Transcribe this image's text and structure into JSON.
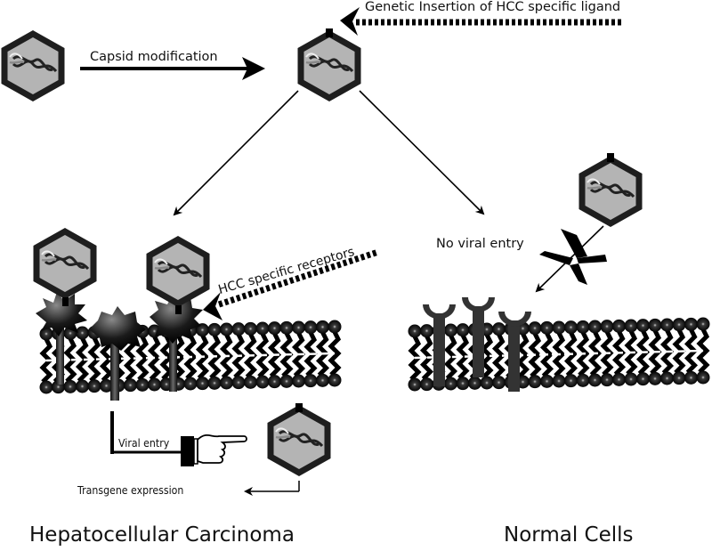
{
  "figure": {
    "type": "schematic",
    "topic": "Transcriptional/capsid targeting of viral vectors to hepatocellular carcinoma"
  },
  "labels": {
    "capsid_modification": "Capsid modification",
    "genetic_insertion": "Genetic Insertion of HCC specific ligand",
    "hcc_receptors": "HCC specific receptors",
    "no_viral_entry": "No viral entry",
    "viral_entry": "Viral entry",
    "transgene_expression": "Transgene expression",
    "panel_left_title": "Hepatocellular Carcinoma",
    "panel_right_title": "Normal Cells"
  },
  "colors": {
    "capsid_fill": "#b4b4b4",
    "capsid_border": "#1e1e1e",
    "membrane": "#0a0a0a",
    "normal_receptor": "#333333",
    "text": "#111111"
  },
  "nodes": [
    {
      "id": "virus-unmodified",
      "kind": "capsid",
      "ligand": false
    },
    {
      "id": "virus-modified",
      "kind": "capsid",
      "ligand": true
    },
    {
      "id": "virus-hcc-bound-1",
      "kind": "capsid",
      "ligand": true
    },
    {
      "id": "virus-hcc-bound-2",
      "kind": "capsid",
      "ligand": true
    },
    {
      "id": "virus-normal",
      "kind": "capsid",
      "ligand": true
    },
    {
      "id": "virus-internalized",
      "kind": "capsid",
      "ligand": true
    }
  ],
  "edges": [
    {
      "from": "virus-unmodified",
      "to": "virus-modified",
      "label_key": "capsid_modification"
    },
    {
      "from": "virus-modified",
      "to": "hcc-membrane"
    },
    {
      "from": "virus-modified",
      "to": "normal-membrane"
    },
    {
      "from": "virus-normal",
      "to": "normal-membrane",
      "blocked": true
    },
    {
      "from": "hcc-membrane",
      "to": "virus-internalized",
      "label_key": "viral_entry"
    },
    {
      "from": "virus-internalized",
      "to": "transgene-expression"
    }
  ]
}
